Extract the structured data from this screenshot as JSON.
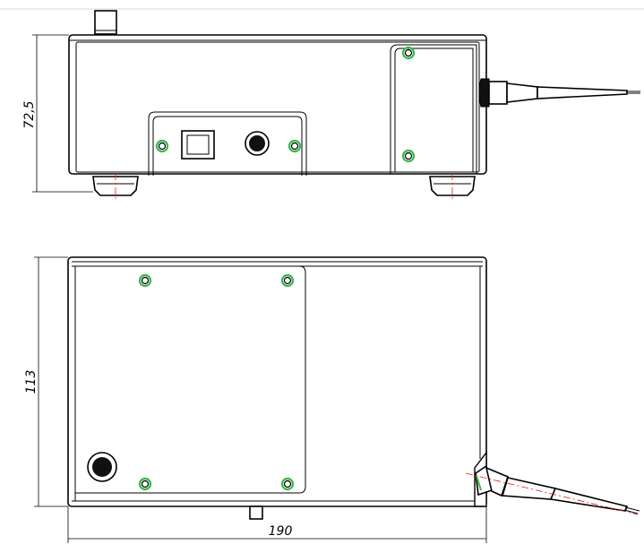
{
  "dimensions": {
    "height_side": "72,5",
    "depth_top": "113",
    "length": "190"
  },
  "colors": {
    "outline": "#000000",
    "screw_ring": "#39b54a",
    "center_line": "#e02020",
    "background": "#ffffff"
  },
  "views": {
    "side": "side-elevation",
    "top": "plan-view"
  }
}
